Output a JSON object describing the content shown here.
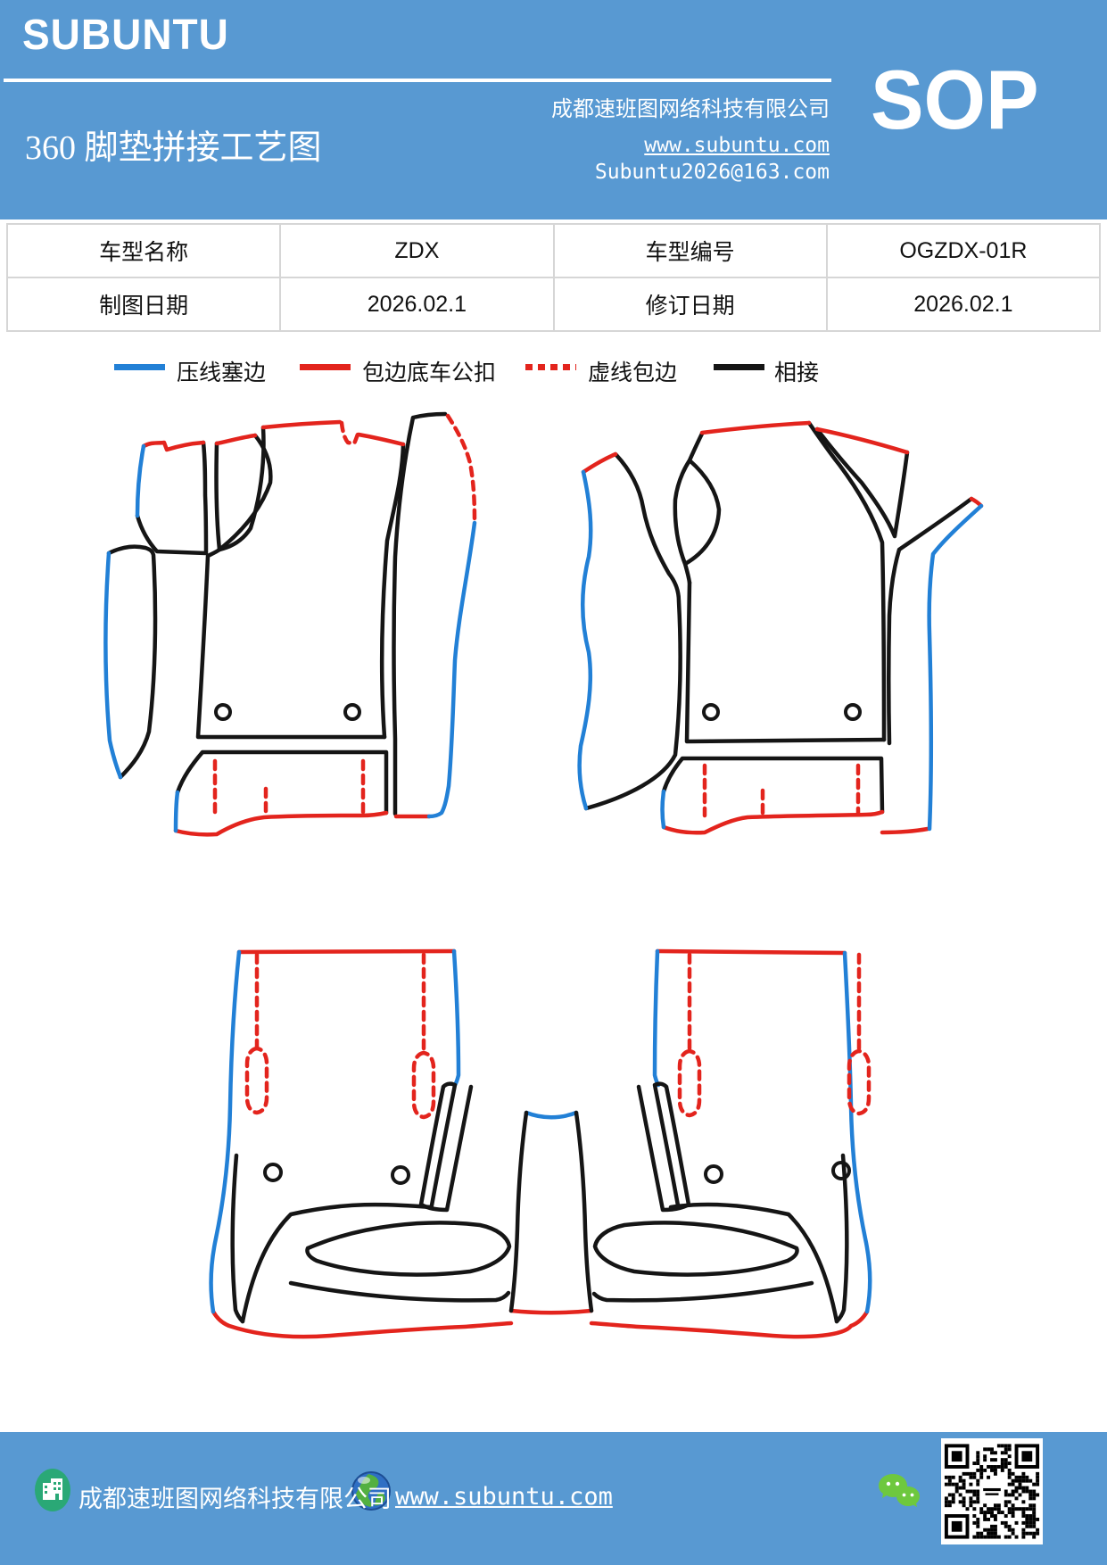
{
  "header": {
    "brand": "SUBUNTU",
    "sop_label": "SOP",
    "title": "360 脚垫拼接工艺图",
    "company": "成都速班图网络科技有限公司",
    "website": "www.subuntu.com",
    "email": "Subuntu2026@163.com"
  },
  "info_table": {
    "rows": [
      [
        "车型名称",
        "ZDX",
        "车型编号",
        "OGZDX-01R"
      ],
      [
        "制图日期",
        "2026.02.1",
        "修订日期",
        "2026.02.1"
      ]
    ]
  },
  "legend": {
    "items": [
      {
        "label": "压线塞边",
        "color": "#2280D6",
        "style": "solid"
      },
      {
        "label": "包边底车公扣",
        "color": "#E3241D",
        "style": "solid"
      },
      {
        "label": "虚线包边",
        "color": "#E3241D",
        "style": "dashed"
      },
      {
        "label": "相接",
        "color": "#151515",
        "style": "solid"
      }
    ]
  },
  "footer": {
    "company": "成都速班图网络科技有限公司",
    "website": "www.subuntu.com",
    "icons": [
      "building-icon",
      "globe-icon",
      "wechat-icon",
      "qr-code"
    ]
  },
  "colors": {
    "header_bg": "#5899D2",
    "line_blue": "#2280D6",
    "line_red": "#E3241D",
    "line_black": "#151515"
  }
}
